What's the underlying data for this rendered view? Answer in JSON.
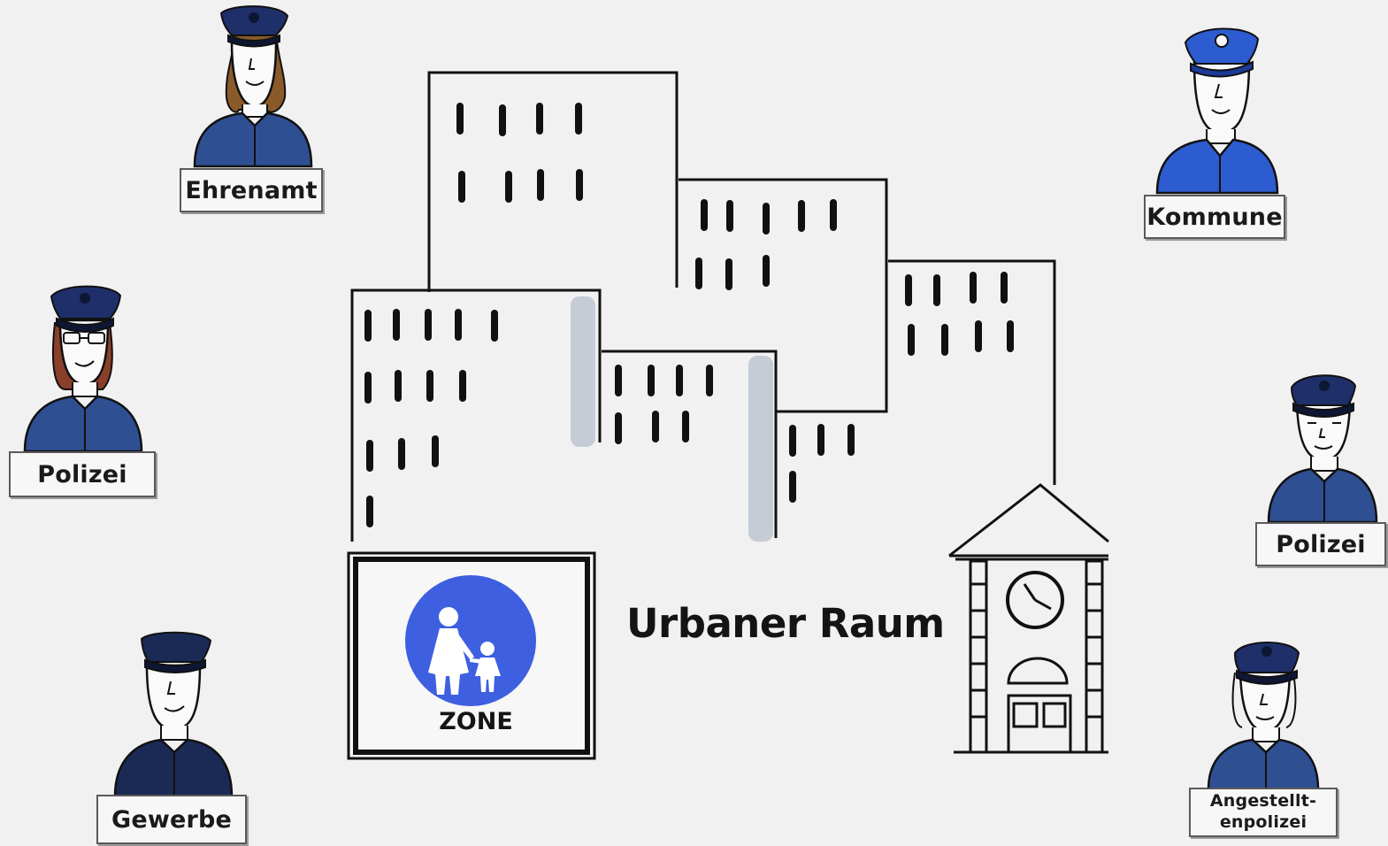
{
  "title": "Urbaner Raum",
  "sign_text": "ZONE",
  "actors": [
    {
      "label": "Ehrenamt",
      "uniform_color": "#2f4f93"
    },
    {
      "label": "Kommune",
      "uniform_color": "#2d5bd0"
    },
    {
      "label": "Polizei",
      "uniform_color": "#2f4f93"
    },
    {
      "label": "Polizei",
      "uniform_color": "#2f4f93"
    },
    {
      "label": "Gewerbe",
      "uniform_color": "#1b2a55"
    },
    {
      "label": "Angestellt-",
      "label_line2": "enpolizei",
      "uniform_color": "#2f4f93"
    }
  ],
  "colors": {
    "sign_blue": "#3e5fe0",
    "outline": "#111111",
    "background": "#f1f1f1",
    "shadow": "#c5ccd6"
  }
}
